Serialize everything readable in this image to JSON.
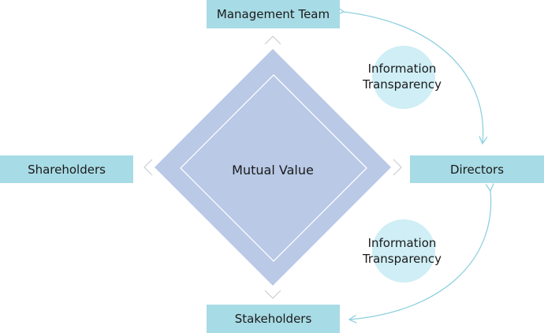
{
  "diagram": {
    "center_label": "Mutual Value",
    "top_box": "Management Team",
    "left_box": "Shareholders",
    "right_box": "Directors",
    "bottom_box": "Stakeholders",
    "info_top": {
      "line1": "Information",
      "line2": "Transparency"
    },
    "info_bottom": {
      "line1": "Information",
      "line2": "Transparency"
    }
  },
  "colors": {
    "box_fill": "#a7dbe5",
    "diamond_fill": "#b9c9e6",
    "circle_fill": "#cfeef5",
    "arrow": "#8fd0e0",
    "chevron": "#c9cfd4"
  }
}
